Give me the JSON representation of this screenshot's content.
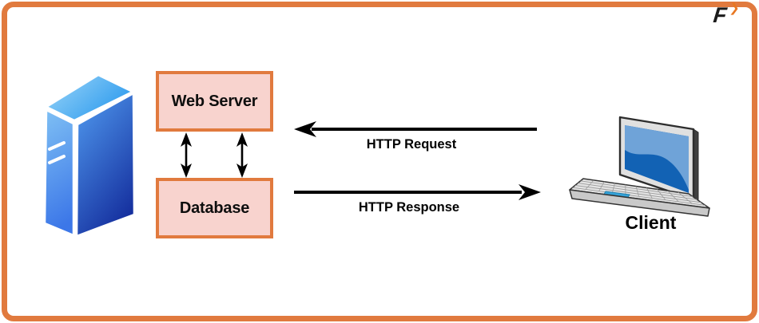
{
  "frame": {
    "border_color": "#E17A3E",
    "background": "#FFFFFF"
  },
  "logo": {
    "letter": "F",
    "chevron": "❯",
    "chevron_color": "#E87722"
  },
  "diagram": {
    "web_server": {
      "label": "Web Server",
      "fill": "#F8D3CE",
      "border": "#E17A3E"
    },
    "database": {
      "label": "Database",
      "fill": "#F8D3CE",
      "border": "#E17A3E"
    },
    "client": {
      "label": "Client"
    },
    "request": {
      "label": "HTTP Request",
      "direction": "right-to-left"
    },
    "response": {
      "label": "HTTP Response",
      "direction": "left-to-right"
    },
    "server_db_link": {
      "type": "double-headed vertical arrows",
      "count": 2
    }
  },
  "colors": {
    "accent_orange": "#E17A3E",
    "box_fill": "#F8D3CE",
    "arrow_black": "#000000",
    "server_top_light": "#9ED7F8",
    "server_top_deep": "#2E9BEE",
    "server_left_top": "#7FC0F4",
    "server_left_bottom": "#3C77E8",
    "server_right_top": "#4E96EC",
    "server_right_bottom": "#152F9E",
    "laptop_screen_blue": "#1262B4",
    "laptop_screen_wave": "#6FA3D8",
    "laptop_silver": "#E0E0E0",
    "trackpad_blue": "#35A3D9"
  },
  "icons": [
    {
      "name": "server-tower-icon",
      "depicts": "isometric blue server tower"
    },
    {
      "name": "laptop-icon",
      "depicts": "laptop computer with blue screen"
    },
    {
      "name": "logo-f-icon",
      "depicts": "italic F with orange chevron"
    }
  ]
}
